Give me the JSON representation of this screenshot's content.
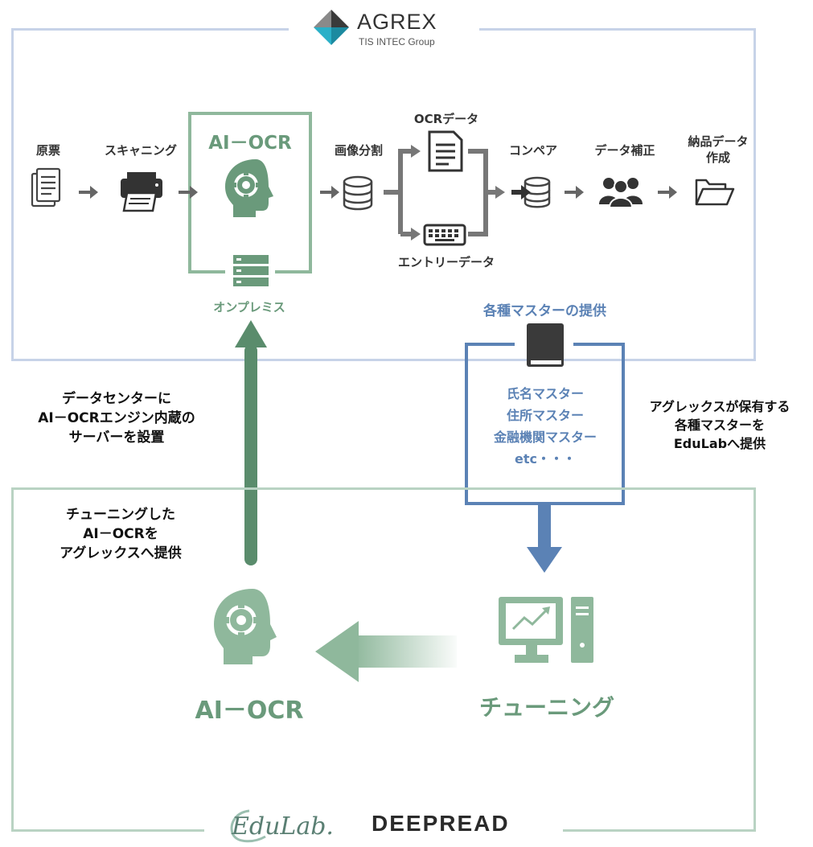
{
  "header": {
    "company": "AGREX",
    "group": "TIS INTEC Group"
  },
  "flow": {
    "steps": [
      {
        "label": "原票"
      },
      {
        "label": "スキャニング"
      },
      {
        "label": "AI－OCR"
      },
      {
        "label": "画像分割"
      },
      {
        "label": "OCRデータ"
      },
      {
        "label": "エントリーデータ"
      },
      {
        "label": "コンペア"
      },
      {
        "label": "データ補正"
      },
      {
        "label": "納品データ\n作成"
      }
    ],
    "onpremise": "オンプレミス"
  },
  "masters": {
    "title": "各種マスターの提供",
    "items": [
      "氏名マスター",
      "住所マスター",
      "金融機関マスター",
      "etc・・・"
    ]
  },
  "notes": {
    "datacenter": "データセンターに\nAI－OCRエンジン内蔵の\nサーバーを設置",
    "tuned": "チューニングした\nAI－OCRを\nアグレックスへ提供",
    "agrex_provide": "アグレックスが保有する\n各種マスターを\nEduLabへ提供"
  },
  "bottom": {
    "ai_ocr": "AI－OCR",
    "tuning": "チューニング"
  },
  "footer": {
    "edulab_logo": "EduLab.",
    "deepread_logo": "DEEPREAD"
  },
  "colors": {
    "agrex_frame": "#c7d3e8",
    "edulab_frame": "#b9d3c3",
    "green": "#6a9a7b",
    "dark_green": "#5a8c6c",
    "blue": "#5b82b5",
    "gray": "#777777"
  }
}
